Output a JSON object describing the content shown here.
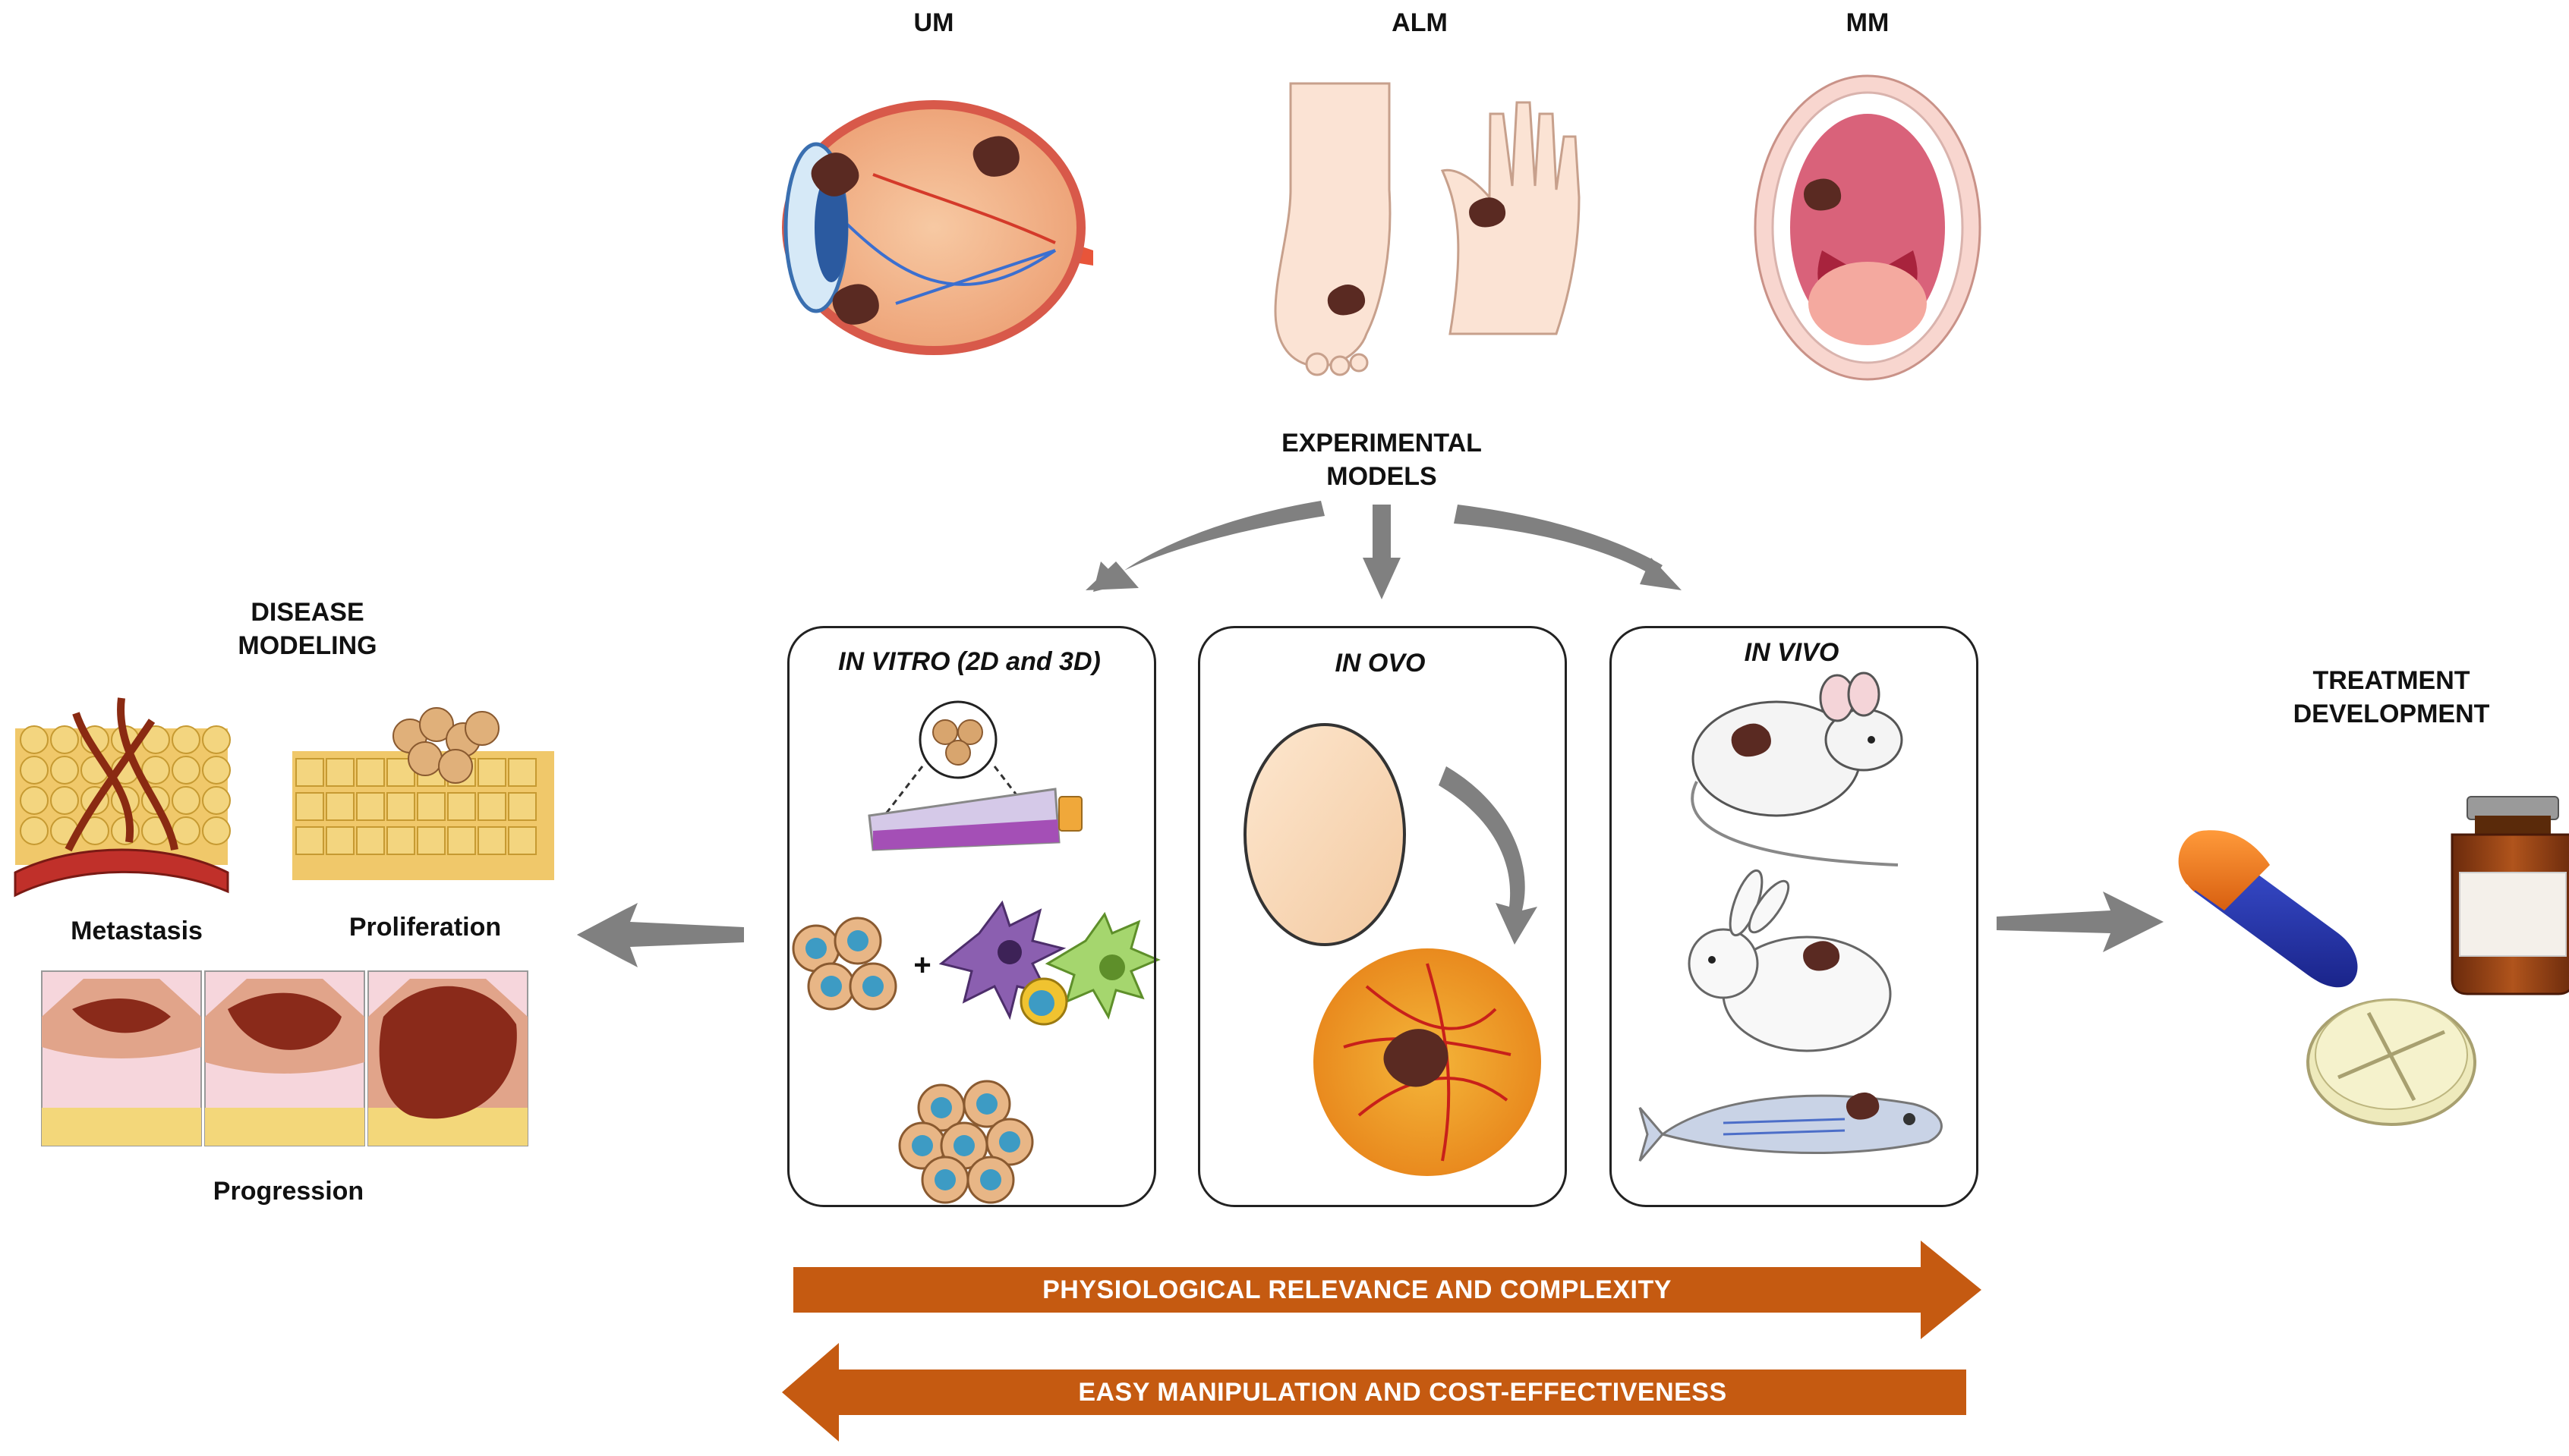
{
  "sites": {
    "um": "UM",
    "alm": "ALM",
    "mm": "MM"
  },
  "experimental_models": "EXPERIMENTAL MODELS",
  "disease_modeling": {
    "title": "DISEASE MODELING",
    "metastasis": "Metastasis",
    "proliferation": "Proliferation",
    "progression": "Progression"
  },
  "models": {
    "in_vitro": "IN VITRO (2D and 3D)",
    "in_ovo": "IN OVO",
    "in_vivo": "IN VIVO",
    "plus": "+"
  },
  "treatment": "TREATMENT DEVELOPMENT",
  "bars": {
    "forward": "PHYSIOLOGICAL RELEVANCE AND COMPLEXITY",
    "backward": "EASY MANIPULATION AND COST-EFFECTIVENESS"
  },
  "colors": {
    "bar": "#c55a11",
    "arrow": "#808080",
    "tumor": "#5a2a22",
    "skin": "#f5d9c8"
  }
}
